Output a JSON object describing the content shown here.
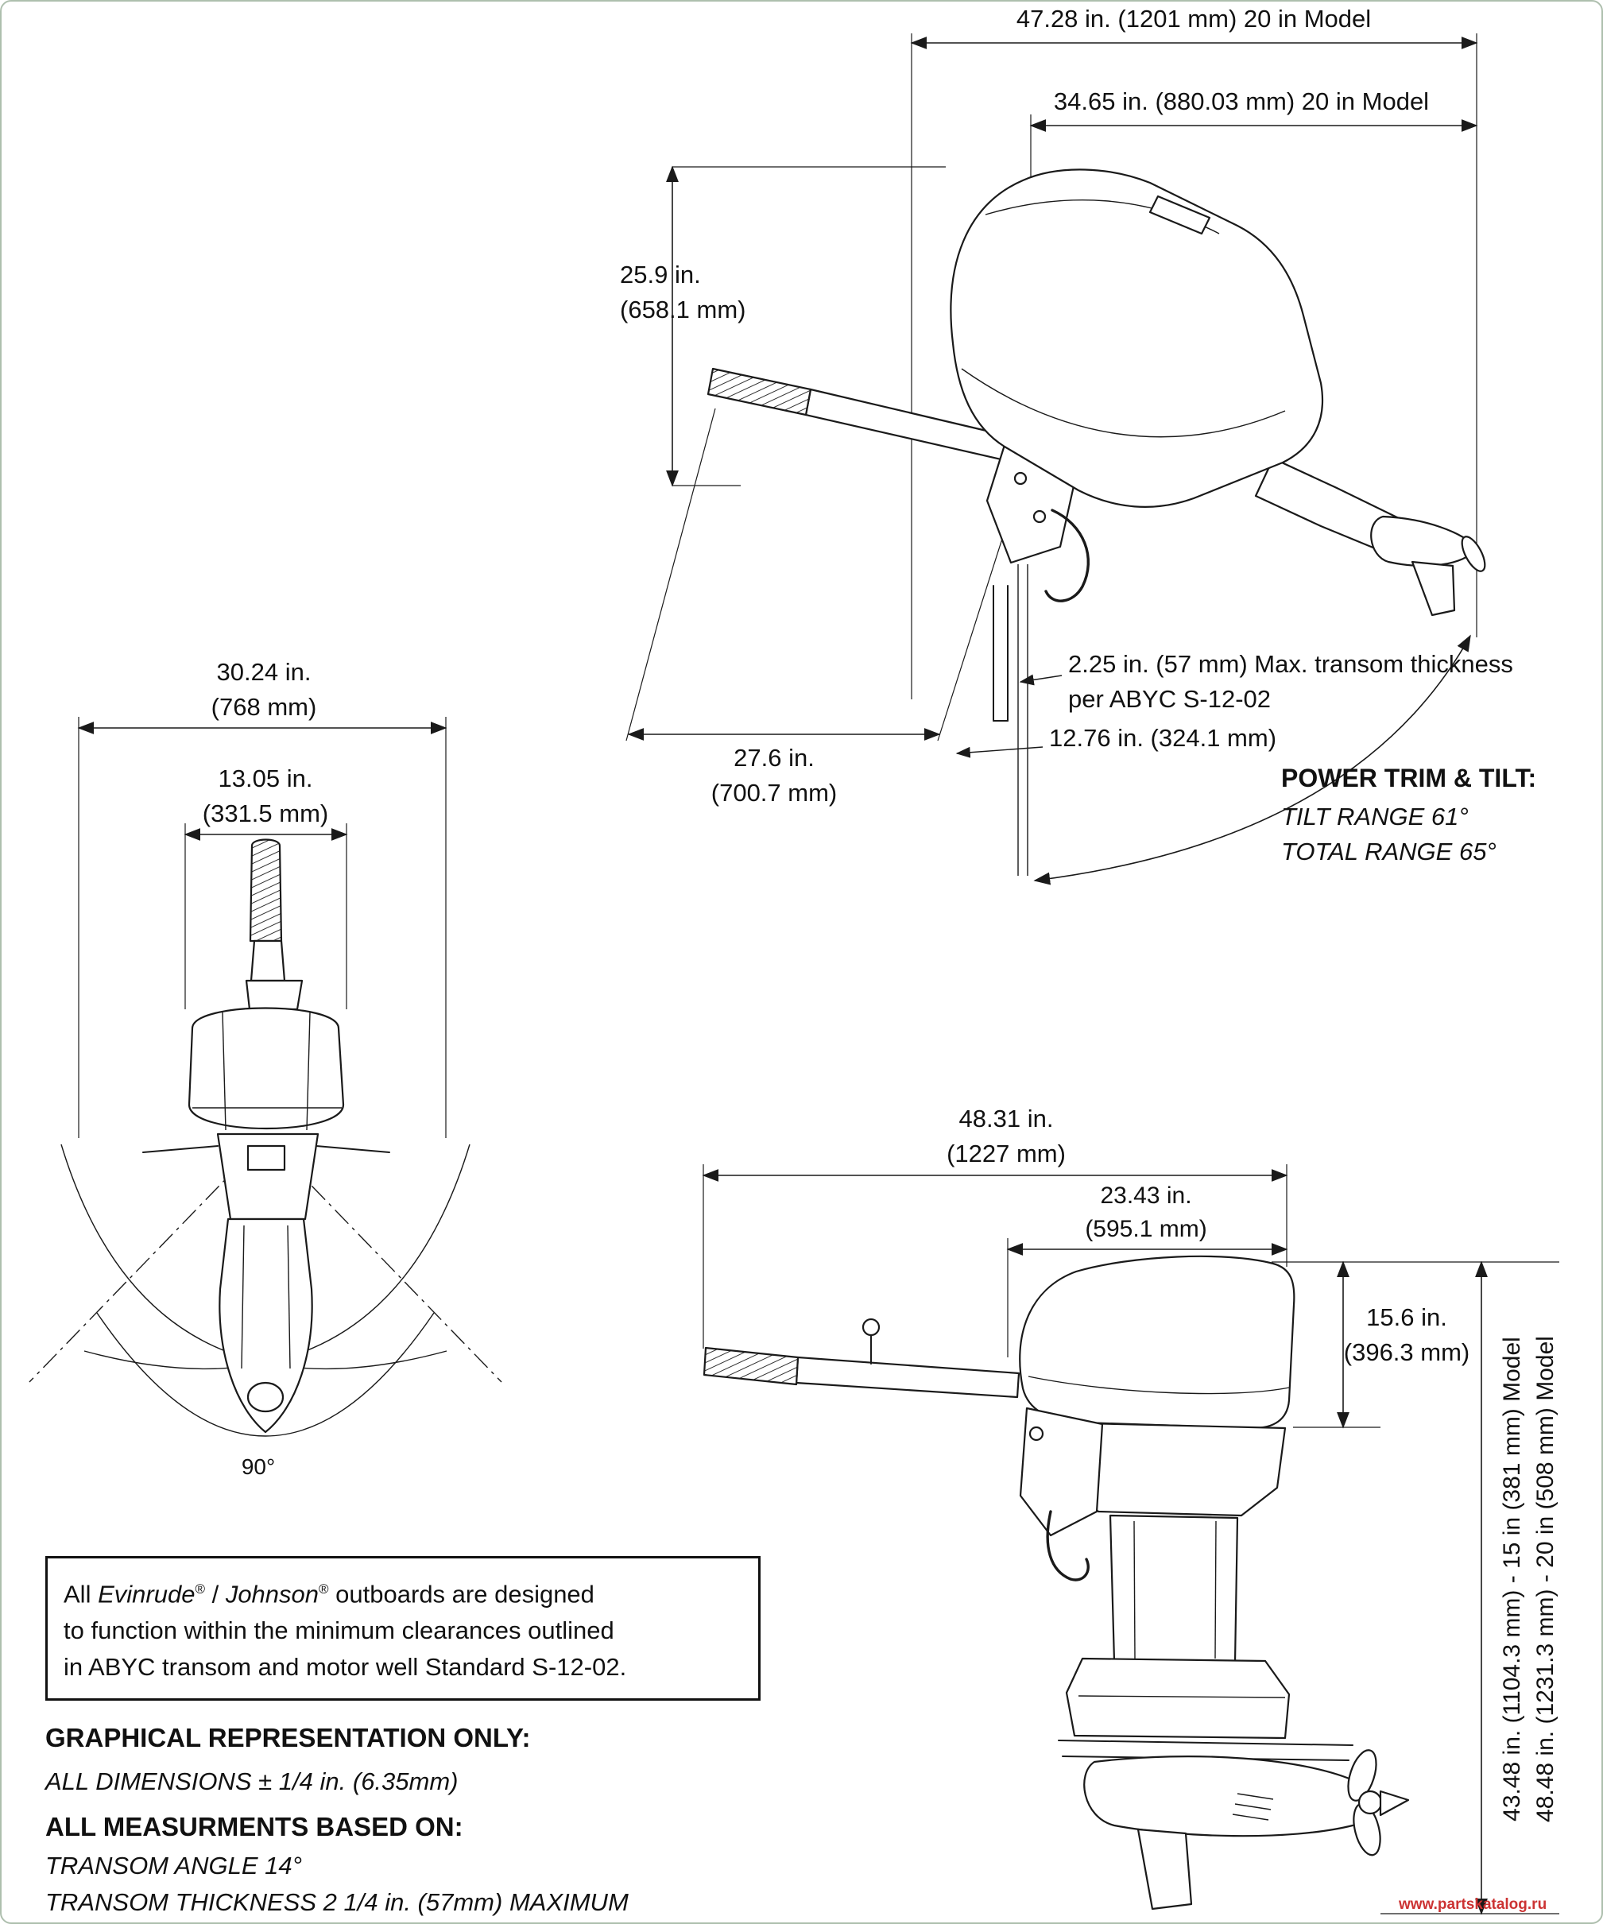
{
  "watermark": "www.partskatalog.ru",
  "tilted_view": {
    "overall_length": "47.28 in. (1201 mm) 20 in Model",
    "length_to_transom": "34.65 in. (880.03 mm) 20 in Model",
    "tiller_height_in": "25.9 in.",
    "tiller_height_mm": "(658.1 mm)",
    "transom_thickness_line1": "2.25 in. (57 mm) Max. transom thickness",
    "transom_thickness_line2": "per ABYC S-12-02",
    "bracket_length": "12.76 in. (324.1 mm)",
    "tiller_reach_in": "27.6 in.",
    "tiller_reach_mm": "(700.7 mm)",
    "power_trim_title": "POWER TRIM & TILT:",
    "tilt_range": "TILT RANGE 61°",
    "total_range": "TOTAL RANGE 65°"
  },
  "front_view": {
    "overall_width_in": "30.24 in.",
    "overall_width_mm": "(768 mm)",
    "cowl_width_in": "13.05 in.",
    "cowl_width_mm": "(331.5 mm)",
    "steering_angle": "90°"
  },
  "side_view": {
    "overall_length_in": "48.31 in.",
    "overall_length_mm": "(1227 mm)",
    "cowl_length_in": "23.43 in.",
    "cowl_length_mm": "(595.1 mm)",
    "cowl_height_in": "15.6 in.",
    "cowl_height_mm": "(396.3 mm)",
    "height_15_model": "43.48 in. (1104.3 mm) - 15 in (381 mm) Model",
    "height_20_model": "48.48 in. (1231.3 mm) - 20 in (508 mm) Model"
  },
  "notice": {
    "line1_pre": "All ",
    "brand1": "Evinrude",
    "reg1": "®",
    "sep": " / ",
    "brand2": "Johnson",
    "reg2": "®",
    "line1_post": " outboards are designed",
    "line2": "to function within the minimum clearances outlined",
    "line3": "in ABYC transom and motor well Standard S-12-02."
  },
  "footer": {
    "heading1": "GRAPHICAL REPRESENTATION ONLY:",
    "note1": "ALL DIMENSIONS ± 1/4 in. (6.35mm)",
    "heading2": "ALL MEASURMENTS BASED ON:",
    "note2": "TRANSOM ANGLE 14°",
    "note3": "TRANSOM THICKNESS 2 1/4 in. (57mm) MAXIMUM"
  }
}
